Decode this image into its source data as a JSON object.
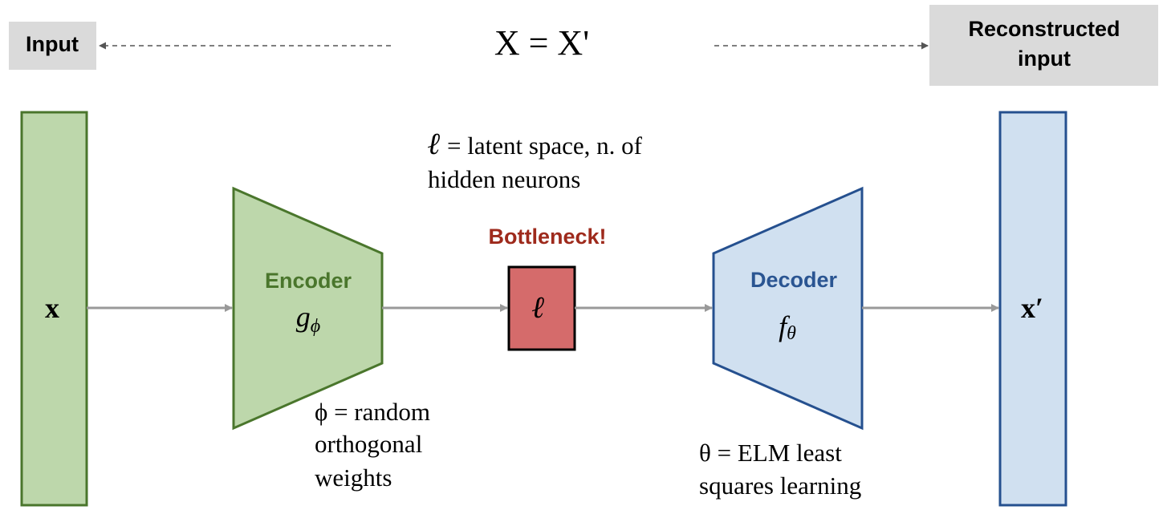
{
  "header": {
    "input_label": "Input",
    "equation": "X = X'",
    "reconstructed_label_line1": "Reconstructed",
    "reconstructed_label_line2": "input"
  },
  "input_vector": {
    "symbol": "x"
  },
  "output_vector": {
    "symbol": "x′"
  },
  "encoder": {
    "title": "Encoder",
    "func_base": "g",
    "func_sub": "ϕ",
    "note_line1": "ϕ = random",
    "note_line2": "orthogonal",
    "note_line3": "weights"
  },
  "bottleneck": {
    "label": "Bottleneck!",
    "symbol": "ℓ",
    "note_symbol": "ℓ",
    "note_line1": " = latent space, n. of",
    "note_line2": "hidden neurons"
  },
  "decoder": {
    "title": "Decoder",
    "func_base": "f",
    "func_sub": "θ",
    "note_line1": "θ = ELM least",
    "note_line2": "squares learning"
  },
  "colors": {
    "encoder_fill": "#bdd7ab",
    "encoder_stroke": "#4a762c",
    "encoder_text": "#4a762c",
    "decoder_fill": "#d0e0f0",
    "decoder_stroke": "#25508f",
    "decoder_text": "#2a5592",
    "bottleneck_fill": "#d56b6b",
    "bottleneck_text": "#9e2a1c",
    "label_box_fill": "#dadada",
    "arrow": "#999999",
    "dashed_arrow": "#555555"
  }
}
